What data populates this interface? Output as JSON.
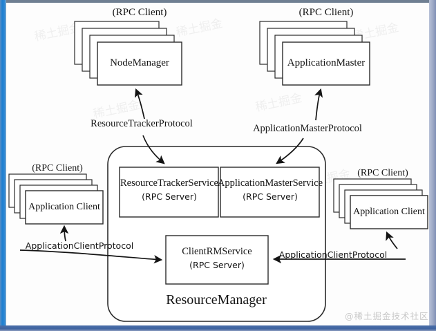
{
  "diagram": {
    "title": "YARN ResourceManager RPC architecture",
    "stroke_color": "#1a1a1a",
    "fill_color": "#ffffff",
    "accent_border_color": "#1f7fd0"
  },
  "nodes": {
    "node_manager": {
      "caption": "(RPC Client)",
      "label": "NodeManager",
      "stack_count": 4
    },
    "application_master": {
      "caption": "(RPC Client)",
      "label": "ApplicationMaster",
      "stack_count": 4
    },
    "app_client_left": {
      "caption": "(RPC Client)",
      "label": "Application Client",
      "stack_count": 4
    },
    "app_client_right": {
      "caption": "(RPC Client)",
      "label": "Application Client",
      "stack_count": 4
    },
    "resource_manager": {
      "label": "ResourceManager"
    },
    "resource_tracker_service": {
      "label": "ResourceTrackerService",
      "sublabel": "(RPC Server)"
    },
    "application_master_service": {
      "label": "ApplicationMasterService",
      "sublabel": "(RPC Server)"
    },
    "client_rm_service": {
      "label": "ClientRMService",
      "sublabel": "(RPC Server)"
    }
  },
  "edges": {
    "resource_tracker_protocol": {
      "label": "ResourceTrackerProtocol"
    },
    "application_master_protocol": {
      "label": "ApplicationMasterProtocol"
    },
    "application_client_protocol_left": {
      "label": "ApplicationClientProtocol"
    },
    "application_client_protocol_right": {
      "label": "ApplicationClientProtocol"
    }
  },
  "watermarks": {
    "bottom_right": "@稀土掘金技术社区",
    "top_left": "稀土掘金",
    "mid": "稀土掘金"
  }
}
